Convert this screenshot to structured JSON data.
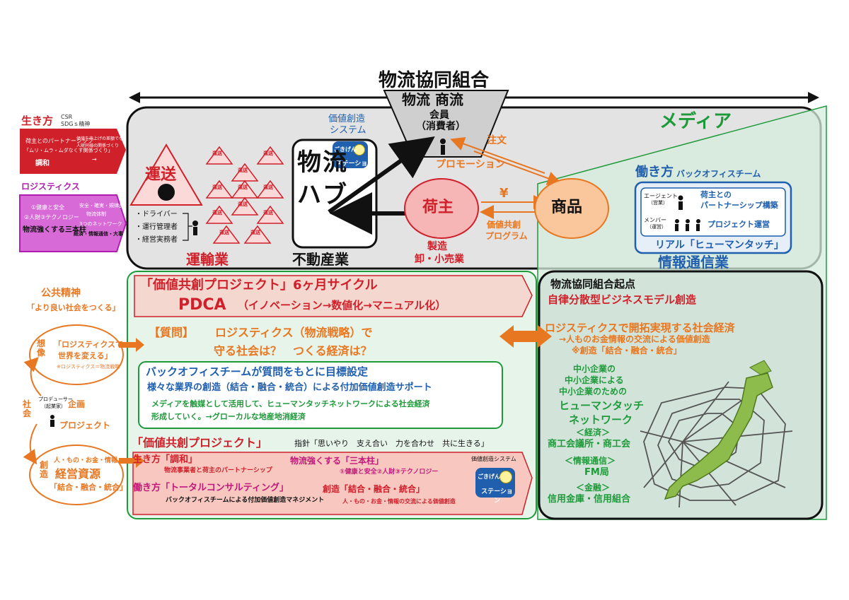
{
  "header": {
    "coop_title": "物流協同組合",
    "sub_title": "物流 商流",
    "member": "会員",
    "consumer": "（消費者）",
    "value_system_line1": "価値創造",
    "value_system_line2": "システム",
    "media": "メディア"
  },
  "left_labels": {
    "ikikata": "生き方",
    "csr": "CSR",
    "sdgs": "SDGｓ精神",
    "ikikata_box_l1": "荷主とのパートナーシップ",
    "ikikata_box_l2": "「ムリ・ムラ・ムダなくす関係づくり」",
    "ikikata_box_r1": "価値を売上げの差額でなく",
    "ikikata_box_r2": "人財同様の関係づくり",
    "ikikata_box_r3": "→",
    "chowa": "調和",
    "logistics": "ロジスティクス",
    "logi_l1": "①健康と安全",
    "logi_l2": "②人財③テクノロジー",
    "logi_l3": "物流強くする三本柱",
    "logi_r1": "安全・確実・規律品",
    "logi_r2": "物流体制",
    "logi_r3": "3つのネットワーク",
    "logi_r4": "経済・情報通信・大事"
  },
  "transport": {
    "unso": "運送",
    "driver": "・ドライバー",
    "manager": "・運行管理者",
    "admin": "・経営実務者",
    "industry": "運輸業",
    "truck_label": "運送"
  },
  "hub": {
    "line1": "物流",
    "line2": "ハブ",
    "industry": "不動産業"
  },
  "gokigen": {
    "top": "ごきげん",
    "bottom": "ステーション",
    "system": "価値創造システム"
  },
  "flows": {
    "order": "注文",
    "promotion": "プロモーション",
    "yen": "¥",
    "kyoso_l1": "価値共創",
    "kyoso_l2": "プログラム"
  },
  "shipper": {
    "name": "荷主",
    "seizo": "製造",
    "wholesale": "卸・小売業"
  },
  "product": {
    "name": "商品"
  },
  "workstyle": {
    "title": "働き方",
    "team": "バックオフィスチーム",
    "agent": "エージェント",
    "agent_sub": "（営業）",
    "partner_l1": "荷主との",
    "partner_l2": "パートナーシップ構築",
    "member": "メンバー",
    "member_sub": "（運営）",
    "project": "プロジェクト運営",
    "real": "リアル「ヒューマンタッチ」",
    "industry": "情報通信業"
  },
  "project_top": {
    "title": "「価値共創プロジェクト」6ヶ月サイクル",
    "pdca": "PDCA",
    "pdca_sub": "（イノベーション→数値化→マニュアル化）",
    "q_label": "【質問】",
    "q_text1": "ロジスティクス（物流戦略）で",
    "q_text2": "守る社会は？　つくる経済は？",
    "bo_title": "バックオフィスチームが質問をもとに目標設定",
    "bo_line2": "様々な業界の創造（結合・融合・統合）による付加価値創造サポート",
    "bo_line3": "メディアを触媒として活用して、ヒューマンタッチネットワークによる社会経済",
    "bo_line4": "形成していく。→グローカルな地産地消経済"
  },
  "left_cycle": {
    "public": "公共精神",
    "better": "「より良い社会をつくる」",
    "imagine": "想像",
    "change1": "「ロジスティクスで",
    "change2": "世界を変える」",
    "change_note": "※ロジスティクス＝物流戦略",
    "society": "社会",
    "plan": "企画",
    "producer": "プロデューサー",
    "producer_sub": "（起業家）",
    "project": "プロジェクト",
    "create": "創造",
    "resources_list": "人・もの・お金・情報",
    "resources": "経営資源",
    "integrate": "「結合・融合・統合」"
  },
  "project_bottom": {
    "title": "「価値共創プロジェクト」",
    "guideline": "指針「思いやり　支え合い　力を合わせ　共に生きる」",
    "ikikata": "生き方「調和」",
    "ikikata_sub": "物流事業者と荷主のパートナーシップ",
    "pillars": "物流強くする「三本柱」",
    "pillars_sub": "①健康と安全②人財③テクノロジー",
    "hatarakikata": "働き方「トータルコンサルティング」",
    "hatarakikata_sub": "バックオフィスチームによる付加価値創造マネジメント",
    "sozo": "創造「結合・融合・統合」",
    "sozo_sub": "人・もの・お金・情報の交流による価値創造"
  },
  "right_panel": {
    "title": "物流協同組合起点",
    "subtitle": "自律分散型ビジネスモデル創造",
    "logistics": "ロジスティクスで開拓実現する社会経済",
    "line2": "→人ものお金情報の交流による価値創造",
    "line3": "※創造「結合・融合・統合」",
    "sme1": "中小企業の",
    "sme2": "中小企業による",
    "sme3": "中小企業のための",
    "ht1": "ヒューマンタッチ",
    "ht2": "ネットワーク",
    "econ": "＜経済＞",
    "econ_org": "商工会議所・商工会",
    "info": "＜情報通信＞",
    "info_org": "FM局",
    "finance": "＜金融＞",
    "finance_org": "信用金庫・信用組合"
  },
  "colors": {
    "red": "#d0202a",
    "orange": "#e87722",
    "blue": "#1f5fae",
    "green": "#1f9a3a",
    "panel_gray": "#e3e3e3",
    "panel_green": "#d6eede"
  }
}
